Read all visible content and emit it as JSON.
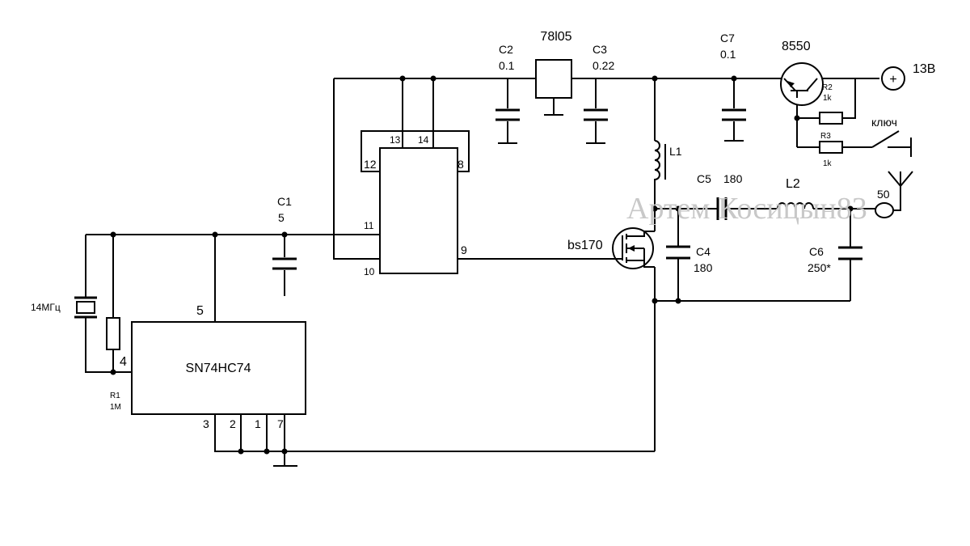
{
  "ic_counter": {
    "pins": {
      "p13": "13",
      "p14": "14",
      "p12": "12",
      "p8": "8",
      "p11": "11",
      "p10": "10",
      "p9": "9"
    }
  },
  "ic_ff": {
    "name": "SN74HC74",
    "pins": {
      "p5": "5",
      "p4": "4",
      "p3": "3",
      "p2": "2",
      "p1": "1",
      "p7": "7"
    }
  },
  "regulator": {
    "name": "78l05"
  },
  "transistor": {
    "name": "8550"
  },
  "mosfet": {
    "name": "bs170"
  },
  "crystal": {
    "label": "14МГц"
  },
  "c1": {
    "ref": "C1",
    "value": "5"
  },
  "c2": {
    "ref": "C2",
    "value": "0.1"
  },
  "c3": {
    "ref": "C3",
    "value": "0.22"
  },
  "c7": {
    "ref": "C7",
    "value": "0.1"
  },
  "c4": {
    "ref": "C4",
    "value": "180"
  },
  "c5": {
    "ref": "C5",
    "value": "180"
  },
  "c6": {
    "ref": "C6",
    "value": "250*"
  },
  "r1": {
    "ref": "R1",
    "value": "1M"
  },
  "r2": {
    "ref": "R2",
    "value": "1k"
  },
  "r3": {
    "ref": "R3",
    "value": "1k"
  },
  "l1": {
    "ref": "L1"
  },
  "l2": {
    "ref": "L2"
  },
  "switch": {
    "label": "ключ"
  },
  "power": {
    "voltage": "13В",
    "symbol": "+"
  },
  "antenna": {
    "impedance": "50"
  },
  "watermark": "Артем Косицын83"
}
